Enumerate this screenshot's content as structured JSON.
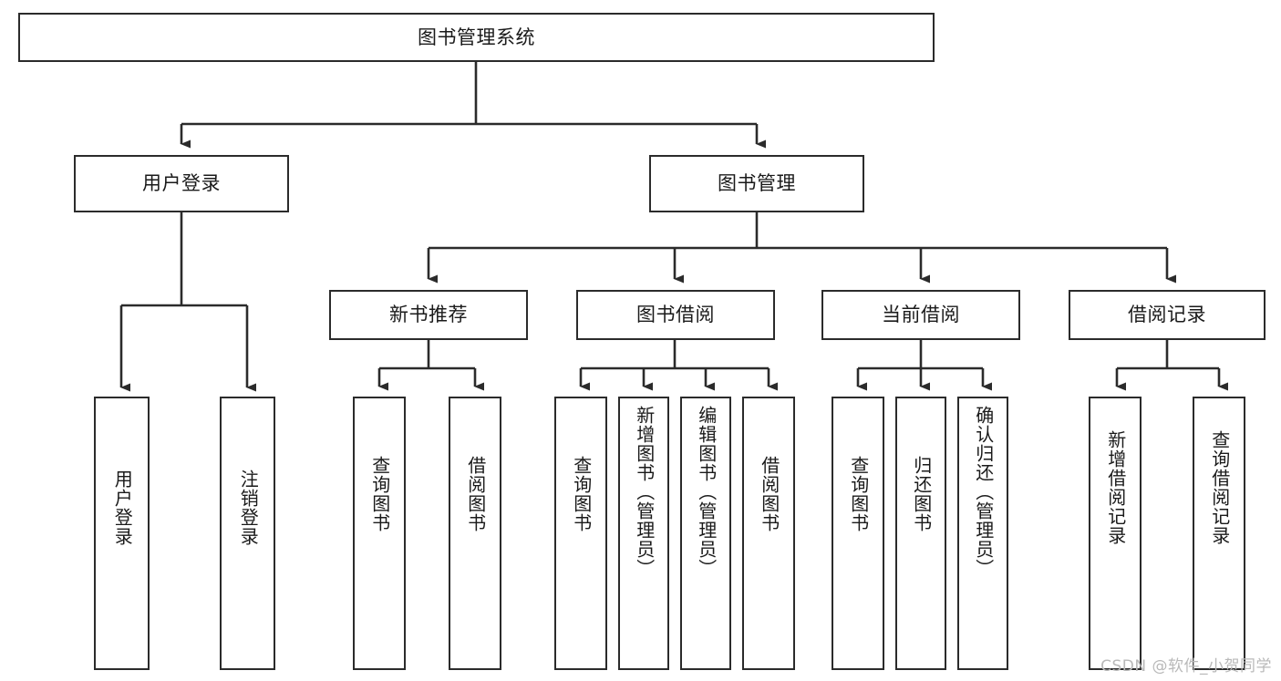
{
  "diagram": {
    "type": "hierarchy-tree",
    "title": "图书管理系统",
    "root": {
      "id": "root",
      "label": "图书管理系统"
    },
    "level2": [
      {
        "id": "user-login",
        "label": "用户登录"
      },
      {
        "id": "book-management",
        "label": "图书管理"
      }
    ],
    "level3": [
      {
        "id": "new-book-recommend",
        "label": "新书推荐",
        "parent": "book-management"
      },
      {
        "id": "book-borrow",
        "label": "图书借阅",
        "parent": "book-management"
      },
      {
        "id": "current-borrow",
        "label": "当前借阅",
        "parent": "book-management"
      },
      {
        "id": "borrow-record",
        "label": "借阅记录",
        "parent": "book-management"
      }
    ],
    "leaves": [
      {
        "id": "leaf-user-login",
        "label": "用户登录",
        "parent": "user-login"
      },
      {
        "id": "leaf-logout",
        "label": "注销登录",
        "parent": "user-login"
      },
      {
        "id": "leaf-query-book-rec",
        "label": "查询图书",
        "parent": "new-book-recommend"
      },
      {
        "id": "leaf-borrow-book-rec",
        "label": "借阅图书",
        "parent": "new-book-recommend"
      },
      {
        "id": "leaf-query-book-borrow",
        "label": "查询图书",
        "parent": "book-borrow"
      },
      {
        "id": "leaf-add-book",
        "label": "新增图书（管理员）",
        "parent": "book-borrow"
      },
      {
        "id": "leaf-edit-book",
        "label": "编辑图书（管理员）",
        "parent": "book-borrow"
      },
      {
        "id": "leaf-borrow-book",
        "label": "借阅图书",
        "parent": "book-borrow"
      },
      {
        "id": "leaf-query-book-cur",
        "label": "查询图书",
        "parent": "current-borrow"
      },
      {
        "id": "leaf-return-book",
        "label": "归还图书",
        "parent": "current-borrow"
      },
      {
        "id": "leaf-confirm-return",
        "label": "确认归还（管理员）",
        "parent": "current-borrow"
      },
      {
        "id": "leaf-add-record",
        "label": "新增借阅记录",
        "parent": "borrow-record"
      },
      {
        "id": "leaf-query-record",
        "label": "查询借阅记录",
        "parent": "borrow-record"
      }
    ],
    "colors": {
      "stroke": "#2b2b2b",
      "fill": "#ffffff",
      "text": "#1a1a1a",
      "watermark": "#b9b9b9"
    }
  },
  "watermark": {
    "text": "CSDN @软件_小贺同学"
  }
}
